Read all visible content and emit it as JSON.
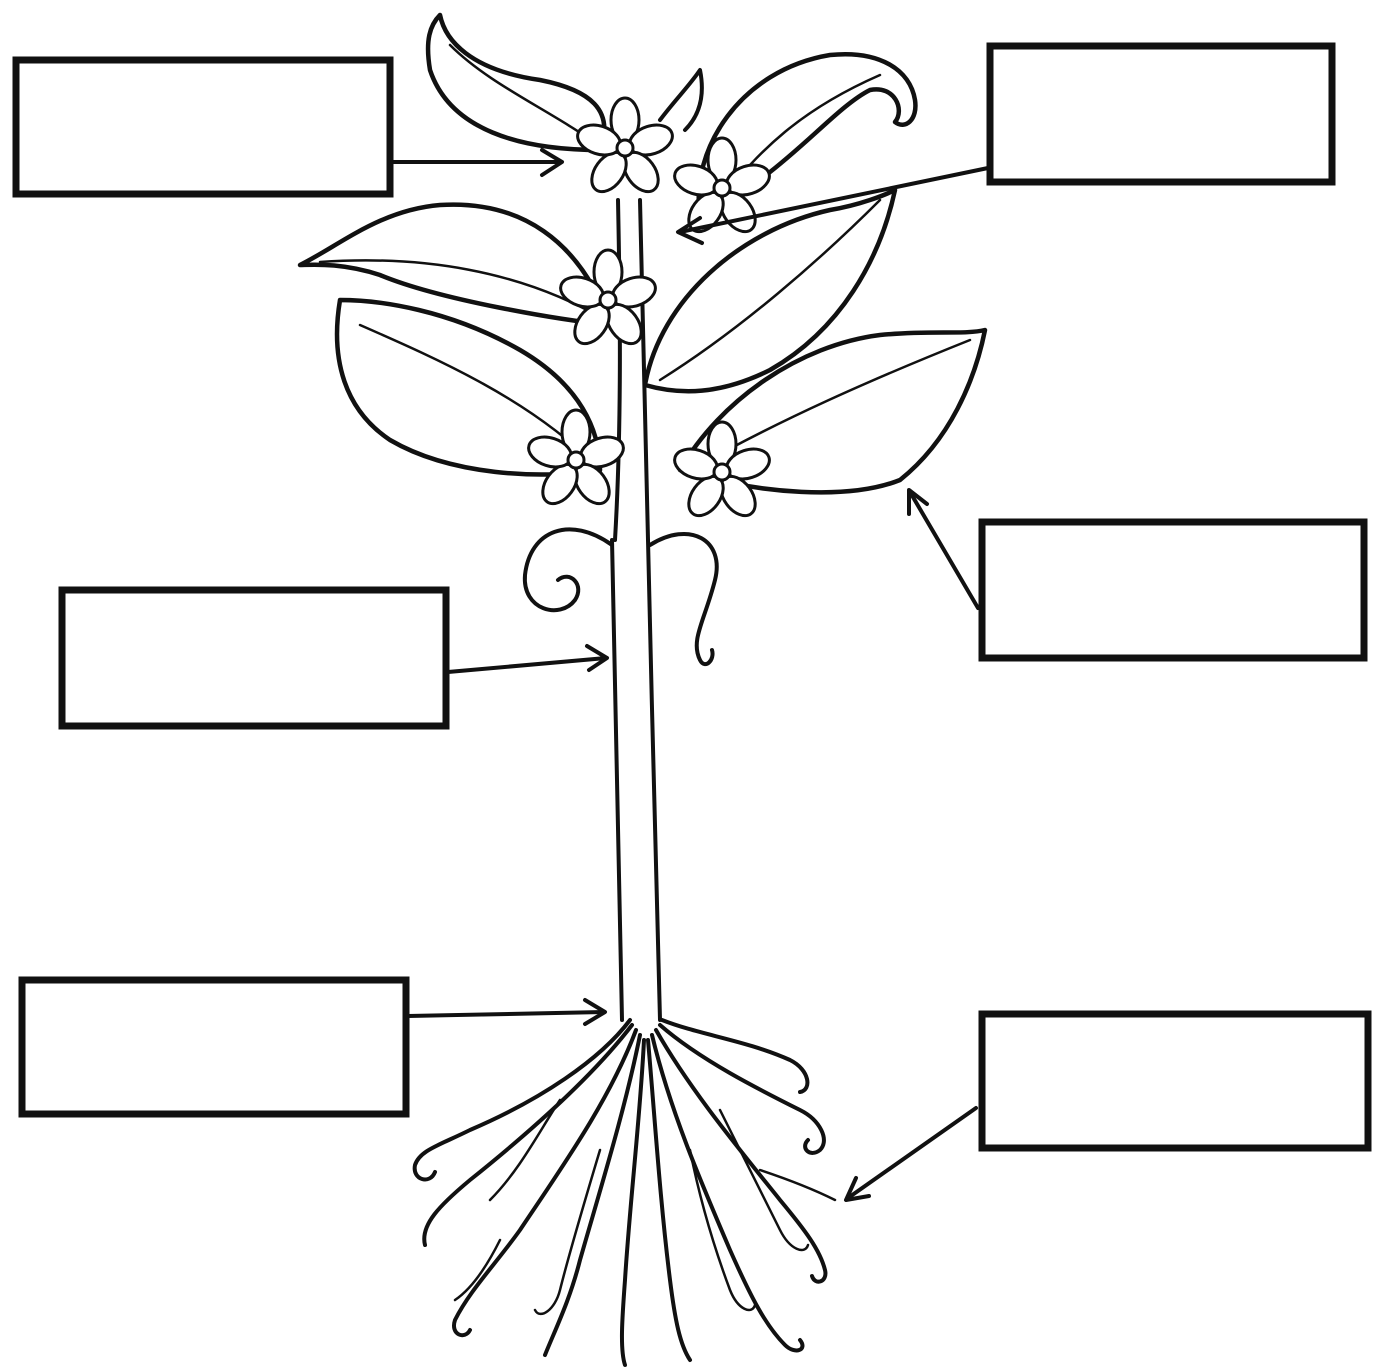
{
  "diagram": {
    "labels": [
      {
        "id": "top-left",
        "text": ""
      },
      {
        "id": "top-right",
        "text": ""
      },
      {
        "id": "mid-right",
        "text": ""
      },
      {
        "id": "mid-left",
        "text": ""
      },
      {
        "id": "bottom-left",
        "text": ""
      },
      {
        "id": "bottom-right",
        "text": ""
      }
    ],
    "colors": {
      "ink": "#111111",
      "background": "#ffffff"
    }
  }
}
